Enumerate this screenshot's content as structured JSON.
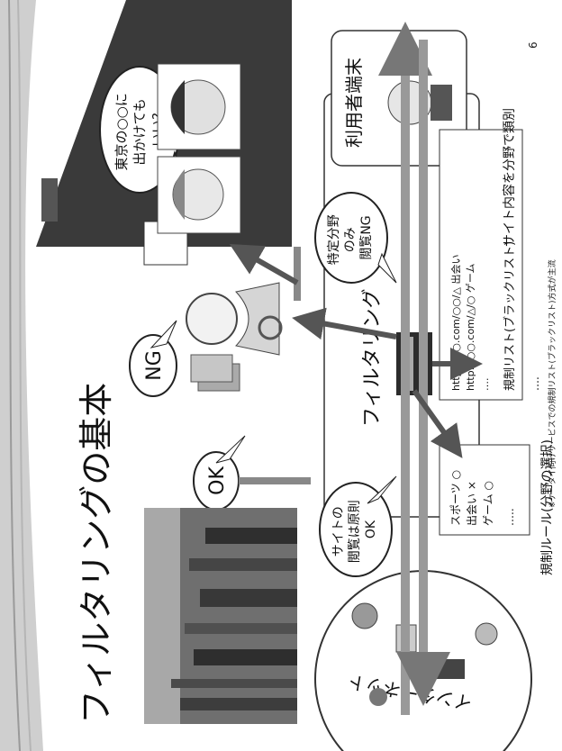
{
  "slide": {
    "title": "フィルタリングの基本",
    "page_number": "6",
    "footnote": "※ケータイ向けサービスでの規制リスト(ブラックリスト)方式が主流"
  },
  "labels": {
    "user_terminal": "利用者端末",
    "filtering": "フィルタリング",
    "internet": "インターネット"
  },
  "bubbles": {
    "question": [
      "東京の○○に",
      "出かけても",
      "いい?"
    ],
    "ng": "NG",
    "ok": "OK",
    "site_default": [
      "サイトの",
      "閲覧は原則",
      "OK"
    ],
    "specific_ng": [
      "特定分野",
      "のみ",
      "閲覧NG"
    ]
  },
  "blacklist": {
    "entries": [
      "http://○○.com/○○/△  出会い",
      "http://○○.com/△/○   ゲーム",
      "…."
    ],
    "caption": "規制リスト(ブラックリスト)",
    "more": "…."
  },
  "rules": {
    "items": [
      "スポーツ ○",
      "出会い   ×",
      "ゲーム   ○"
    ],
    "more": "…..",
    "caption": "規制ルール(分野の選択)"
  },
  "classify_caption": "サイト内容を分野で類別"
}
